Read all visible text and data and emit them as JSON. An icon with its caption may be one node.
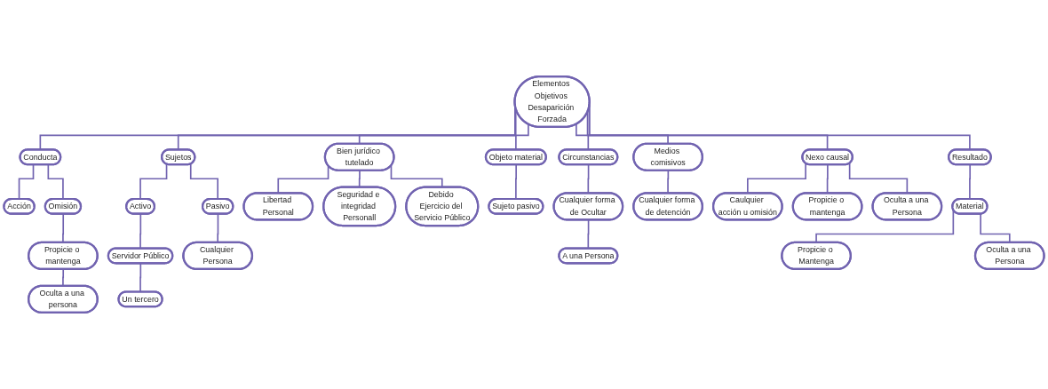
{
  "diagram": {
    "nodes": [
      {
        "text": [
          "Elementos Objetivos Desaparición Forzada"
        ]
      },
      {
        "text": [
          "Conducta"
        ]
      },
      {
        "text": [
          "Acción"
        ]
      },
      {
        "text": [
          "Omisión"
        ]
      },
      {
        "text": [
          "Propicie o mantenga"
        ]
      },
      {
        "text": [
          "Oculta a una persona"
        ]
      },
      {
        "text": [
          "Sujetos"
        ]
      },
      {
        "text": [
          "Activo"
        ]
      },
      {
        "text": [
          "Pasivo"
        ]
      },
      {
        "text": [
          "Servidor Público"
        ]
      },
      {
        "text": [
          "Un tercero"
        ]
      },
      {
        "text": [
          "Cualquier Persona"
        ]
      },
      {
        "text": [
          "Bien jurídico tutelado"
        ]
      },
      {
        "text": [
          "Libertad Personal"
        ]
      },
      {
        "text": [
          "Seguridad e integridad Personall"
        ]
      },
      {
        "text": [
          "Debido Ejercicio del Servicio Público"
        ]
      },
      {
        "text": [
          "Objeto material"
        ]
      },
      {
        "text": [
          "Sujeto pasivo"
        ]
      },
      {
        "text": [
          "Circunstancias"
        ]
      },
      {
        "text": [
          "Cualquier forma de Ocultar"
        ]
      },
      {
        "text": [
          "A una Persona"
        ]
      },
      {
        "text": [
          "Medios comisivos"
        ]
      },
      {
        "text": [
          "Cualquier forma de detención"
        ]
      },
      {
        "text": [
          "Nexo causal"
        ]
      },
      {
        "text": [
          "Caulquier acción u omisión"
        ]
      },
      {
        "text": [
          "Propicie o mantenga"
        ]
      },
      {
        "text": [
          "Oculta a una Persona"
        ]
      },
      {
        "text": [
          "Resultado"
        ]
      },
      {
        "text": [
          "Material"
        ]
      },
      {
        "text": [
          "Propicie o Mantenga"
        ]
      },
      {
        "text": [
          "Oculta a una Persona"
        ]
      }
    ],
    "edges": [
      {
        "from": 0,
        "to": 1,
        "arrow": "none"
      },
      {
        "from": 1,
        "to": 2,
        "arrow": "none"
      },
      {
        "from": 1,
        "to": 3,
        "arrow": "none"
      },
      {
        "from": 3,
        "to": 4,
        "arrow": "none"
      },
      {
        "from": 4,
        "to": 5,
        "arrow": "none"
      },
      {
        "from": 0,
        "to": 6,
        "arrow": "none"
      },
      {
        "from": 6,
        "to": 7,
        "arrow": "none"
      },
      {
        "from": 6,
        "to": 8,
        "arrow": "none"
      },
      {
        "from": 7,
        "to": 9,
        "arrow": "none"
      },
      {
        "from": 9,
        "to": 10,
        "arrow": "none"
      },
      {
        "from": 8,
        "to": 11,
        "arrow": "none"
      },
      {
        "from": 0,
        "to": 12,
        "arrow": "none"
      },
      {
        "from": 12,
        "to": 13,
        "arrow": "none"
      },
      {
        "from": 12,
        "to": 14,
        "arrow": "none"
      },
      {
        "from": 12,
        "to": 15,
        "arrow": "none"
      },
      {
        "from": 0,
        "to": 16,
        "arrow": "none"
      },
      {
        "from": 16,
        "to": 17,
        "arrow": "none"
      },
      {
        "from": 0,
        "to": 18,
        "arrow": "none"
      },
      {
        "from": 18,
        "to": 19,
        "arrow": "none"
      },
      {
        "from": 19,
        "to": 20,
        "arrow": "none"
      },
      {
        "from": 0,
        "to": 21,
        "arrow": "none"
      },
      {
        "from": 21,
        "to": 22,
        "arrow": "none"
      },
      {
        "from": 0,
        "to": 23,
        "arrow": "none"
      },
      {
        "from": 23,
        "to": 24,
        "arrow": "none"
      },
      {
        "from": 23,
        "to": 25,
        "arrow": "none"
      },
      {
        "from": 23,
        "to": 26,
        "arrow": "none"
      },
      {
        "from": 0,
        "to": 27,
        "arrow": "none"
      },
      {
        "from": 27,
        "to": 28,
        "arrow": "none"
      },
      {
        "from": 28,
        "to": 29,
        "arrow": "none"
      },
      {
        "from": 28,
        "to": 30,
        "arrow": "none"
      }
    ]
  }
}
